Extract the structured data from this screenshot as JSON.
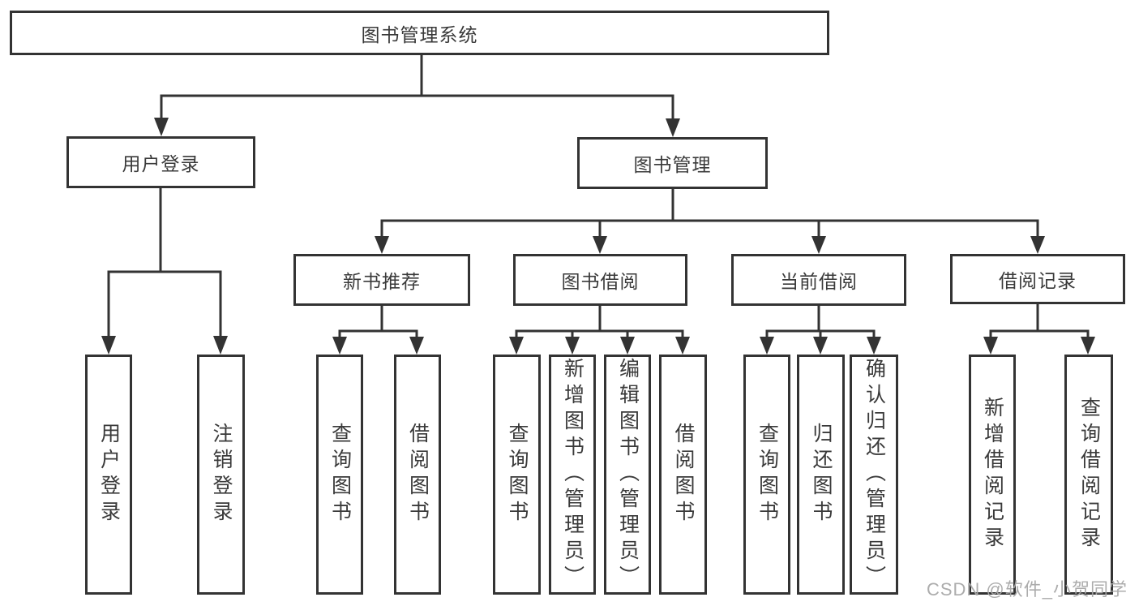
{
  "tree": {
    "root": "图书管理系统",
    "branches": [
      {
        "label": "用户登录",
        "children": [
          "用户登录",
          "注销登录"
        ]
      },
      {
        "label": "图书管理",
        "groups": [
          {
            "label": "新书推荐",
            "children": [
              "查询图书",
              "借阅图书"
            ]
          },
          {
            "label": "图书借阅",
            "children": [
              "查询图书",
              "新增图书（管理员）",
              "编辑图书（管理员）",
              "借阅图书"
            ]
          },
          {
            "label": "当前借阅",
            "children": [
              "查询图书",
              "归还图书",
              "确认归还（管理员）"
            ]
          },
          {
            "label": "借阅记录",
            "children": [
              "新增借阅记录",
              "查询借阅记录"
            ]
          }
        ]
      }
    ]
  },
  "colors": {
    "line": "#333333",
    "text": "#3a3a3a",
    "watermark": "#a8a8a8"
  },
  "watermark": {
    "text": "CSDN @软件_小贺同学"
  }
}
